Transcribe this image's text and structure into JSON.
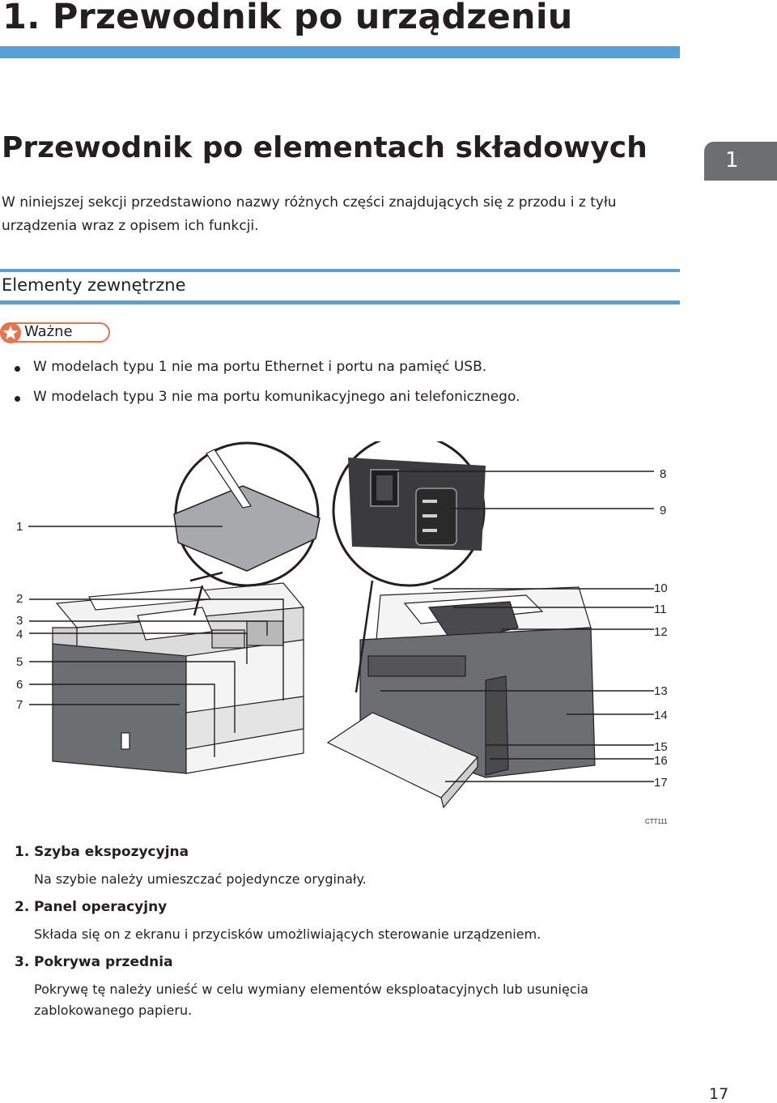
{
  "header": {
    "chapter_title": "1. Przewodnik po urządzeniu",
    "chapter_tab": "1"
  },
  "section": {
    "title": "Przewodnik po elementach składowych",
    "intro": "W niniejszej sekcji przedstawiono nazwy różnych części znajdujących się z przodu i z tyłu urządzenia wraz z opisem ich funkcji."
  },
  "subsection": {
    "title": "Elementy zewnętrzne"
  },
  "important": {
    "label": "Ważne",
    "icon": "star-icon",
    "color": "#e8734f",
    "items": [
      "W modelach typu 1 nie ma portu Ethernet i portu na pamięć USB.",
      "W modelach typu 3 nie ma portu komunikacyjnego ani telefonicznego."
    ]
  },
  "figure": {
    "code": "CTT111",
    "callouts_left": [
      "1",
      "2",
      "3",
      "4",
      "5",
      "6",
      "7"
    ],
    "callouts_right": [
      "8",
      "9",
      "10",
      "11",
      "12",
      "13",
      "14",
      "15",
      "16",
      "17"
    ]
  },
  "items": [
    {
      "number": "1.",
      "title": "Szyba ekspozycyjna",
      "description": "Na szybie należy umieszczać pojedyncze oryginały."
    },
    {
      "number": "2.",
      "title": "Panel operacyjny",
      "description": "Składa się on z ekranu i przycisków umożliwiających sterowanie urządzeniem."
    },
    {
      "number": "3.",
      "title": "Pokrywa przednia",
      "description": "Pokrywę tę należy unieść w celu wymiany elementów eksploatacyjnych lub usunięcia zablokowanego papieru."
    }
  ],
  "footer": {
    "page_number": "17"
  },
  "colors": {
    "accent_blue": "#5aa0d8",
    "tab_gray": "#6d6e71"
  }
}
